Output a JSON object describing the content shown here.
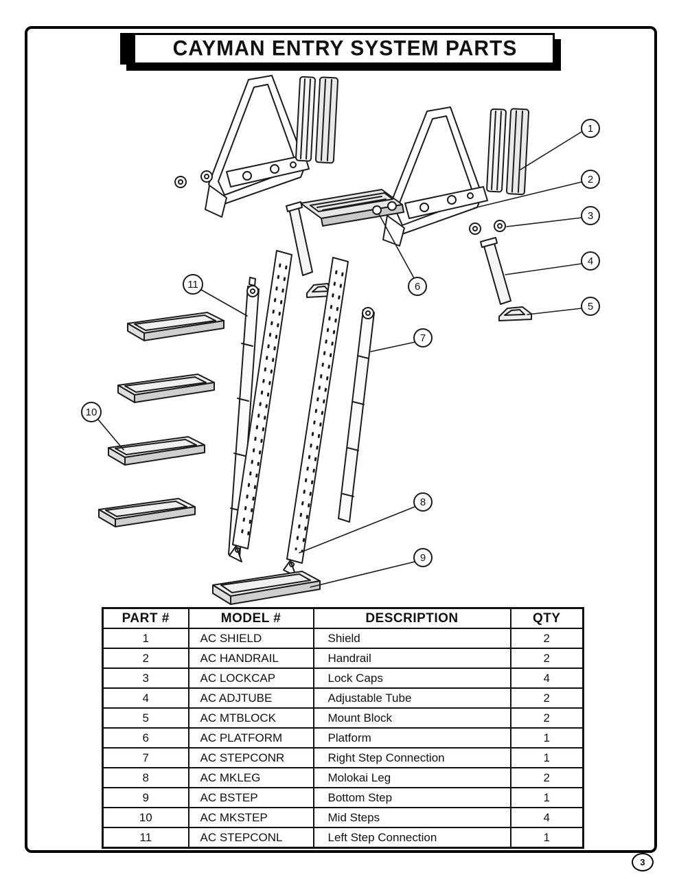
{
  "page": {
    "title": "CAYMAN ENTRY SYSTEM PARTS",
    "page_number": "3"
  },
  "diagram": {
    "callouts": [
      "1",
      "2",
      "3",
      "4",
      "5",
      "6",
      "7",
      "8",
      "9",
      "10",
      "11"
    ]
  },
  "table": {
    "headers": [
      "PART #",
      "MODEL #",
      "DESCRIPTION",
      "QTY"
    ],
    "rows": [
      [
        "1",
        "AC SHIELD",
        "Shield",
        "2"
      ],
      [
        "2",
        "AC HANDRAIL",
        "Handrail",
        "2"
      ],
      [
        "3",
        "AC LOCKCAP",
        "Lock Caps",
        "4"
      ],
      [
        "4",
        "AC ADJTUBE",
        "Adjustable Tube",
        "2"
      ],
      [
        "5",
        "AC MTBLOCK",
        "Mount Block",
        "2"
      ],
      [
        "6",
        "AC PLATFORM",
        "Platform",
        "1"
      ],
      [
        "7",
        "AC STEPCONR",
        "Right Step Connection",
        "1"
      ],
      [
        "8",
        "AC MKLEG",
        "Molokai Leg",
        "2"
      ],
      [
        "9",
        "AC BSTEP",
        "Bottom Step",
        "1"
      ],
      [
        "10",
        "AC MKSTEP",
        "Mid Steps",
        "4"
      ],
      [
        "11",
        "AC STEPCONL",
        "Left Step Connection",
        "1"
      ]
    ]
  }
}
